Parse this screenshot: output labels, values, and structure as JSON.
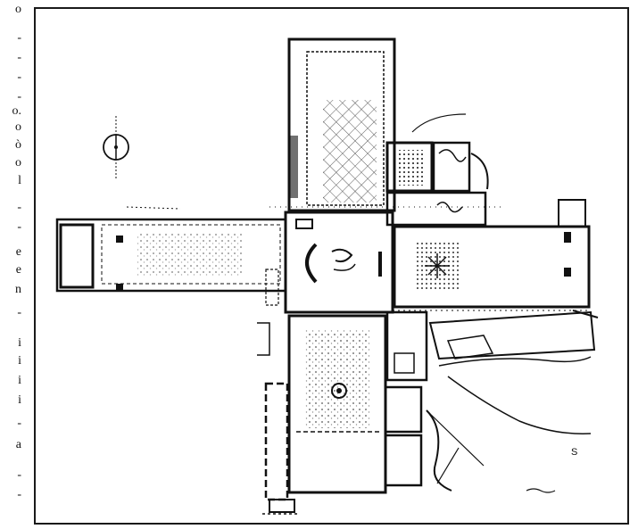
{
  "margin_glyphs": [
    {
      "id": "o1",
      "text": "o"
    },
    {
      "id": "d1",
      "text": "-"
    },
    {
      "id": "d2",
      "text": "-"
    },
    {
      "id": "d3",
      "text": "-"
    },
    {
      "id": "d4",
      "text": "-"
    },
    {
      "id": "dot",
      "text": "o."
    },
    {
      "id": "o2",
      "text": "o"
    },
    {
      "id": "o3",
      "text": "ò"
    },
    {
      "id": "o4",
      "text": "o"
    },
    {
      "id": "l1",
      "text": "l"
    },
    {
      "id": "d5",
      "text": "-"
    },
    {
      "id": "d6",
      "text": "-"
    },
    {
      "id": "e1",
      "text": "e"
    },
    {
      "id": "e2",
      "text": "e"
    },
    {
      "id": "n1",
      "text": "n"
    },
    {
      "id": "d7",
      "text": "-"
    },
    {
      "id": "i1",
      "text": "i"
    },
    {
      "id": "i2",
      "text": "i"
    },
    {
      "id": "i3",
      "text": "i"
    },
    {
      "id": "i4",
      "text": "i"
    },
    {
      "id": "d8",
      "text": "-"
    },
    {
      "id": "a1",
      "text": "a"
    },
    {
      "id": "d9",
      "text": "-"
    },
    {
      "id": "d10",
      "text": "-"
    }
  ],
  "plan": {
    "marks": {
      "corner_label": "S"
    },
    "north_symbol": "north-arrow",
    "colors": {
      "ink": "#111111",
      "paper": "#ffffff"
    }
  }
}
